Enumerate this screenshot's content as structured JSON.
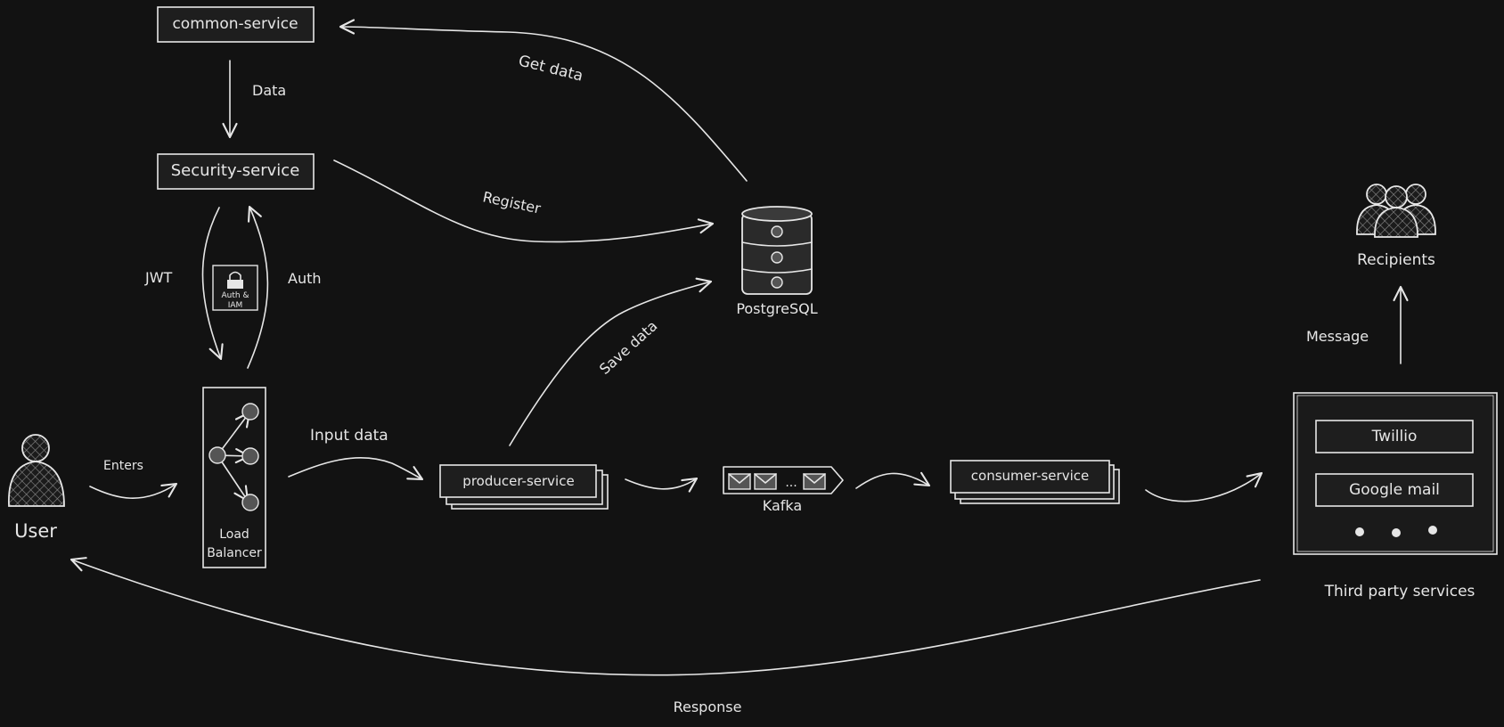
{
  "services": {
    "common": "common-service",
    "security": "Security-service",
    "producer": "producer-service",
    "consumer": "consumer-service"
  },
  "nodes": {
    "database": "PostgreSQL",
    "queue": "Kafka",
    "queue_dots": "...",
    "user": "User",
    "recipients": "Recipients",
    "auth_badge_line1": "Auth &",
    "auth_badge_line2": "IAM",
    "load_balancer_line1": "Load",
    "load_balancer_line2": "Balancer",
    "third_party_caption": "Third party services"
  },
  "third_party": {
    "providers": [
      "Twillio",
      "Google mail"
    ]
  },
  "edges": {
    "data": "Data",
    "get_data": "Get data",
    "register": "Register",
    "jwt": "JWT",
    "auth": "Auth",
    "save_data": "Save data",
    "enters": "Enters",
    "input_data": "Input data",
    "message": "Message",
    "response": "Response"
  },
  "colors": {
    "background": "#121212",
    "stroke": "#e6e6e6",
    "box_fill": "#1e1e1e"
  }
}
